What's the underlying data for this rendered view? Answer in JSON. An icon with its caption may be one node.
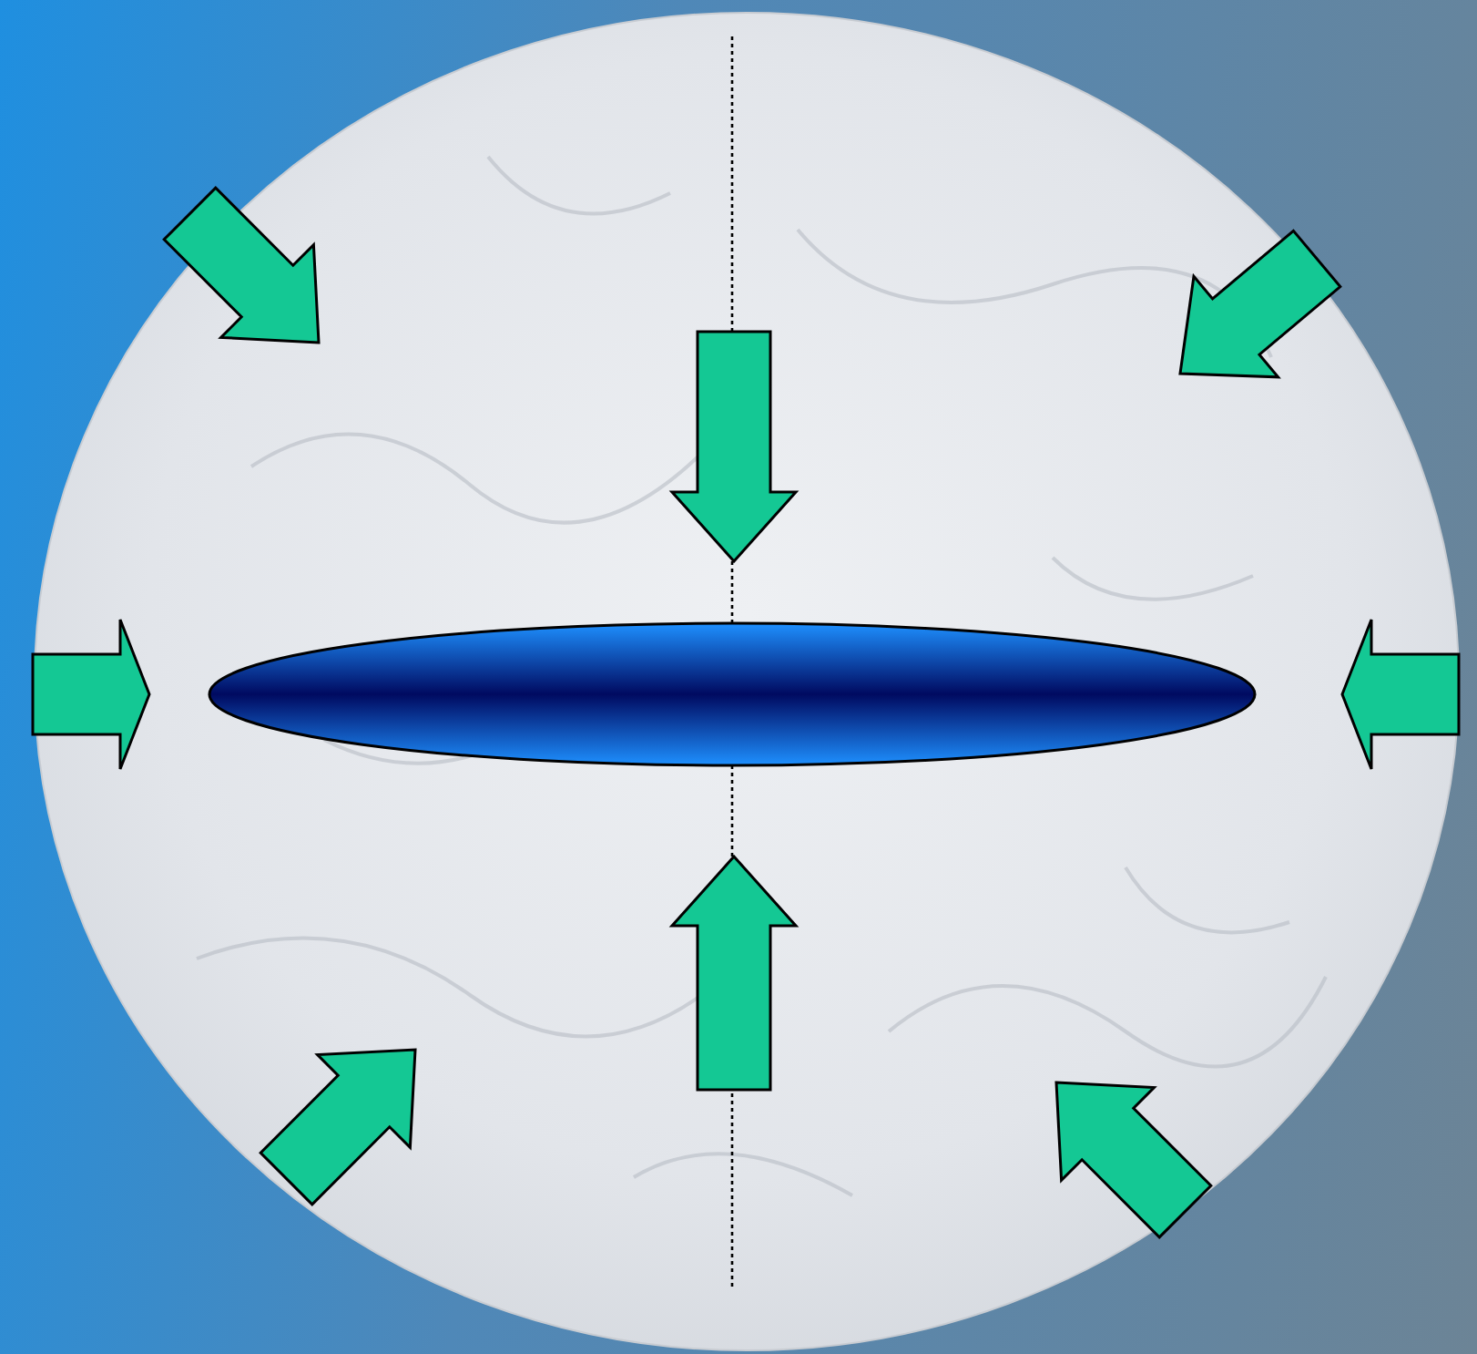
{
  "diagram": {
    "nodes": [
      {
        "text": [],
        "shape": "circle"
      },
      {
        "text": [],
        "shape": "ellipse",
        "in": 0
      }
    ]
  }
}
